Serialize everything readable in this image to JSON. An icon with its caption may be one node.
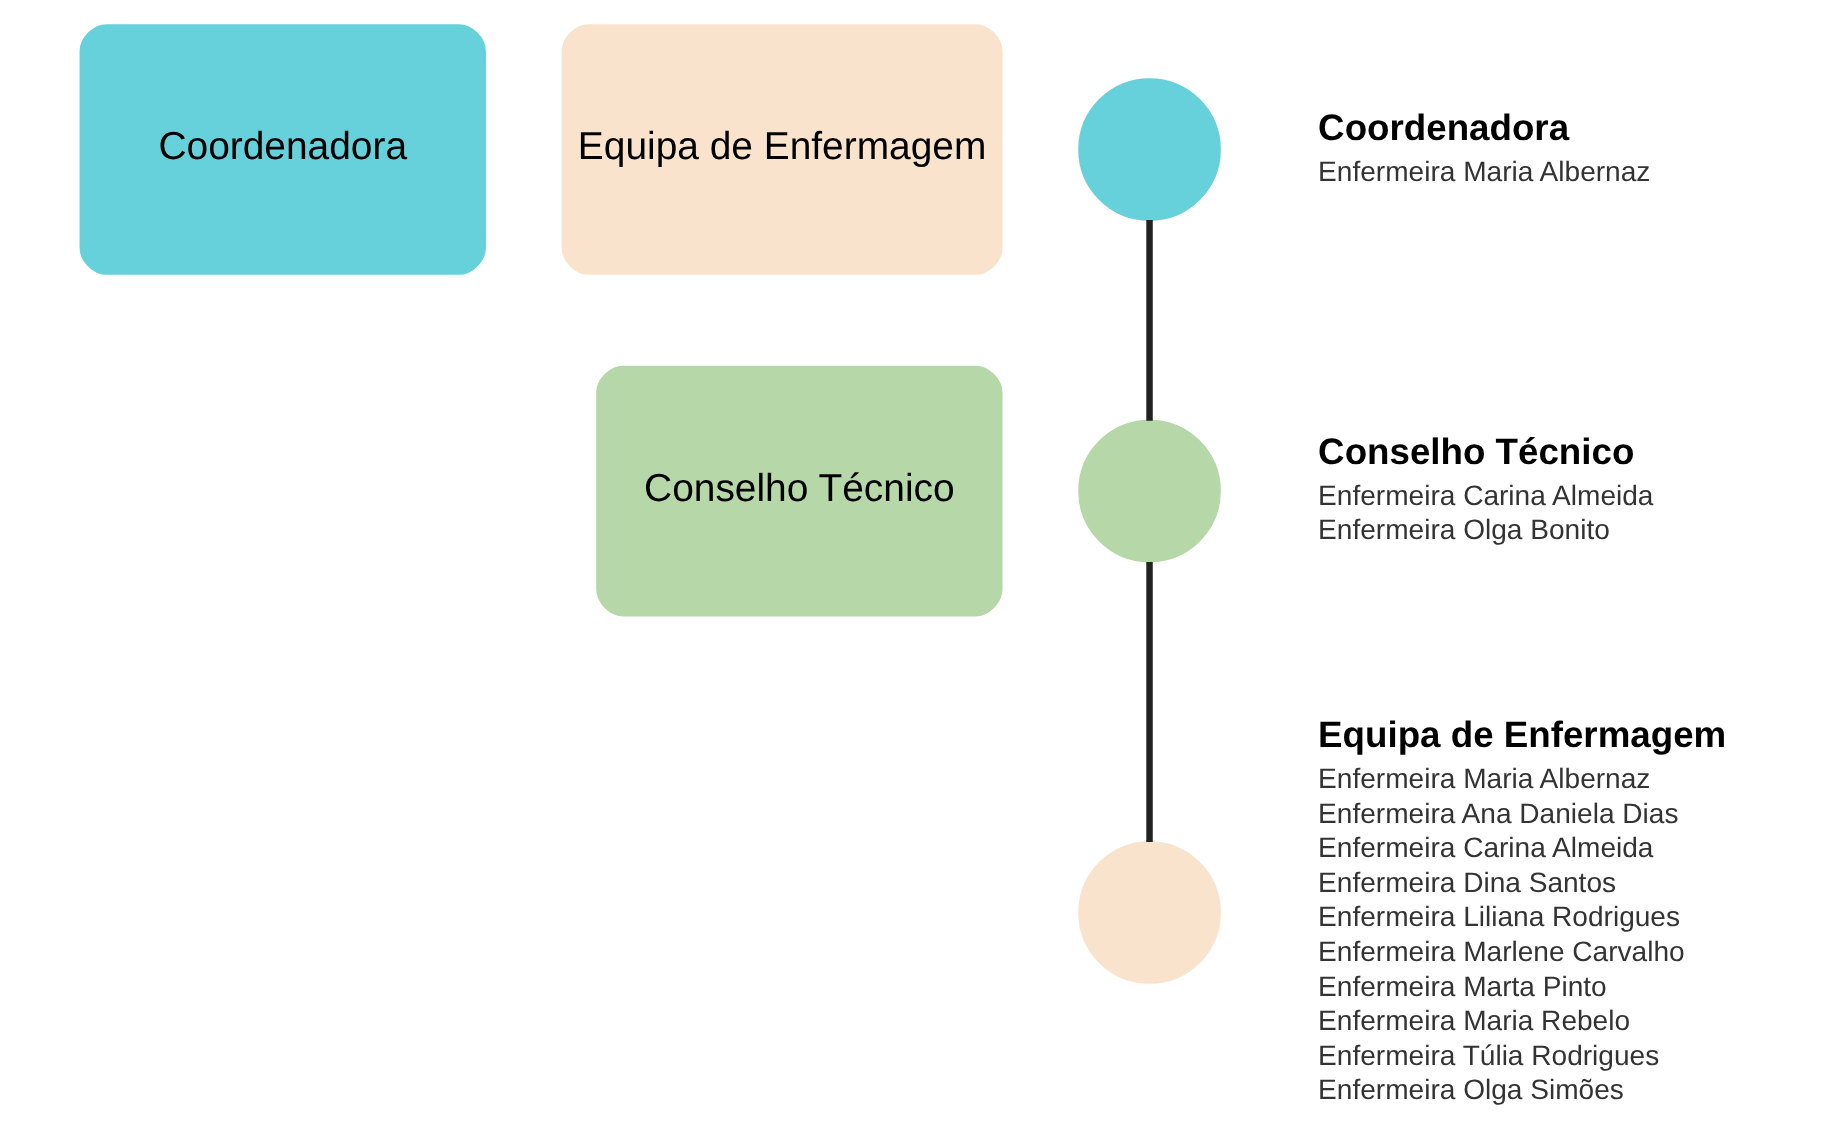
{
  "diagram": {
    "nodes": [
      {
        "text": [
          "Coordenadora"
        ]
      },
      {
        "text": [
          "Equipa de Enfermagem"
        ]
      },
      {
        "text": [
          "Conselho Técnico"
        ]
      },
      {
        "text": [],
        "shape": "circle",
        "beside": [
          "Coordenadora",
          "Enfermeira Maria Albernaz"
        ]
      },
      {
        "text": [],
        "shape": "circle",
        "beside": [
          "Conselho Técnico",
          "Enfermeira Carina Almeida",
          "Enfermeira Olga Bonito"
        ]
      },
      {
        "text": [],
        "shape": "circle",
        "beside": [
          "Equipa de Enfermagem",
          "Enfermeira Maria Albernaz",
          "Enfermeira Ana Daniela Dias",
          "Enfermeira Carina Almeida",
          "Enfermeira Dina Santos",
          "Enfermeira Liliana Rodrigues",
          "Enfermeira Marlene Carvalho",
          "Enfermeira Marta Pinto",
          "Enfermeira Maria Rebelo",
          "Enfermeira Túlia Rodrigues",
          "Enfermeira Olga Simões"
        ]
      }
    ],
    "edges": [
      {
        "from": 3,
        "to": 4,
        "arrow": "none"
      },
      {
        "from": 4,
        "to": 5,
        "arrow": "none"
      }
    ]
  }
}
